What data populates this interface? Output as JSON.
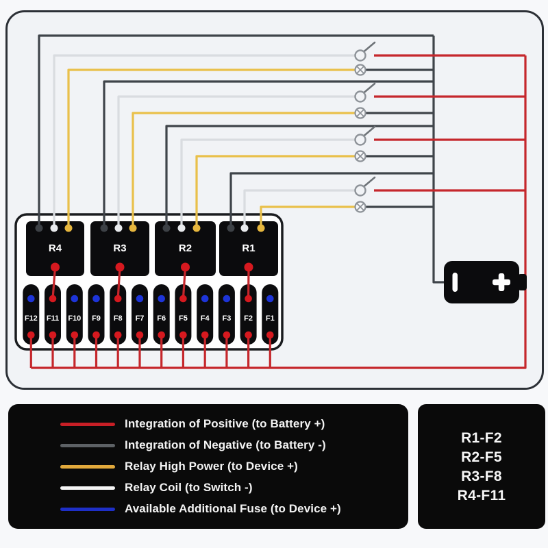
{
  "diagram": {
    "relays": [
      {
        "label": "R4"
      },
      {
        "label": "R3"
      },
      {
        "label": "R2"
      },
      {
        "label": "R1"
      }
    ],
    "fuses": [
      {
        "label": "F12",
        "top_dot": "#1d34d8"
      },
      {
        "label": "F11",
        "top_dot": "#d6191f"
      },
      {
        "label": "F10",
        "top_dot": "#1d34d8"
      },
      {
        "label": "F9",
        "top_dot": "#1d34d8"
      },
      {
        "label": "F8",
        "top_dot": "#d6191f"
      },
      {
        "label": "F7",
        "top_dot": "#1d34d8"
      },
      {
        "label": "F6",
        "top_dot": "#1d34d8"
      },
      {
        "label": "F5",
        "top_dot": "#d6191f"
      },
      {
        "label": "F4",
        "top_dot": "#1d34d8"
      },
      {
        "label": "F3",
        "top_dot": "#1d34d8"
      },
      {
        "label": "F2",
        "top_dot": "#d6191f"
      },
      {
        "label": "F1",
        "top_dot": "#1d34d8"
      }
    ],
    "battery": {
      "negative_symbol": "-",
      "positive_symbol": "+"
    }
  },
  "colors": {
    "positive": "#c5272c",
    "negative": "#3f444a",
    "high_power": "#e9c04a",
    "coil": "#d9dce0",
    "terminal_dark": "#3d4146",
    "terminal_white": "#e9ebee",
    "terminal_yellow": "#e7b73e",
    "dot_red": "#d6191f",
    "symbol_gray": "#8d9298"
  },
  "legend": {
    "items": [
      {
        "color": "#c81f26",
        "label": "Integration of Positive (to Battery +)"
      },
      {
        "color": "#5d6165",
        "label": "Integration of Negative (to Battery -)"
      },
      {
        "color": "#e2a93c",
        "label": "Relay High Power (to Device +)"
      },
      {
        "color": "#f5f5f5",
        "label": "Relay Coil (to Switch -)"
      },
      {
        "color": "#1e2fc7",
        "label": "Available Additional Fuse (to Device +)"
      }
    ]
  },
  "mapping": {
    "lines": [
      "R1-F2",
      "R2-F5",
      "R3-F8",
      "R4-F11"
    ]
  }
}
